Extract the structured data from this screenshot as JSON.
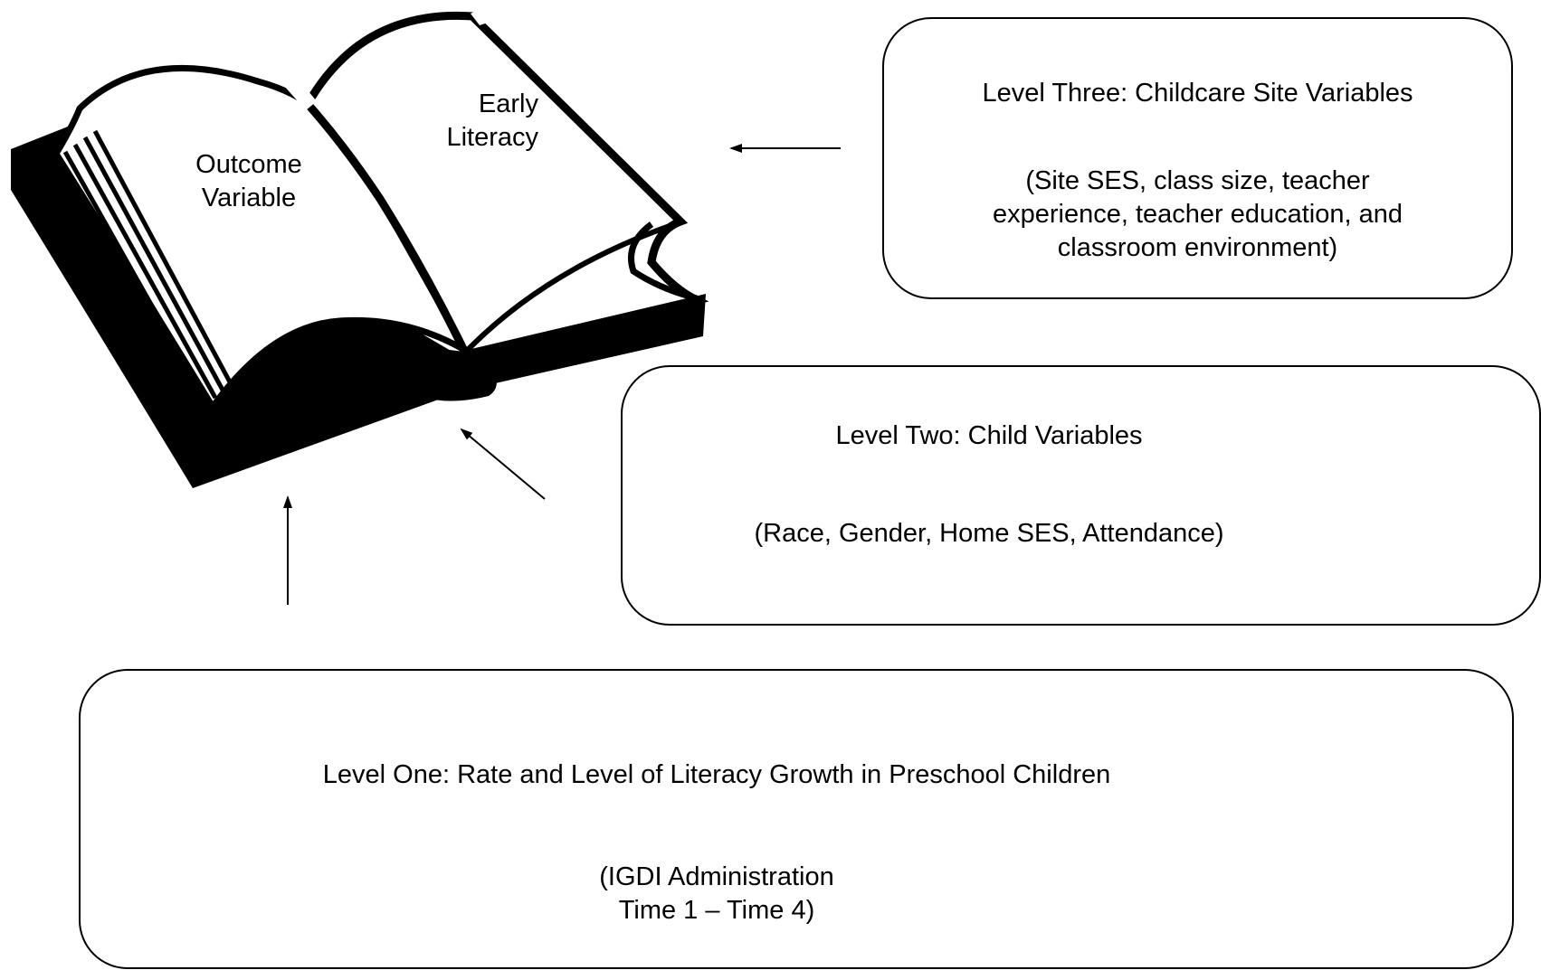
{
  "book": {
    "left_page_label": "Outcome\nVariable",
    "right_page_label": "Early\nLiteracy"
  },
  "level_three": {
    "title": "Level Three:  Childcare Site Variables",
    "details": "(Site SES, class size, teacher\nexperience, teacher education, and\nclassroom environment)"
  },
  "level_two": {
    "title": "Level   Two:  Child Variables",
    "details": "(Race, Gender, Home SES, Attendance)"
  },
  "level_one": {
    "title": "Level One:  Rate and Level of Literacy Growth in Preschool Children",
    "details": "(IGDI Administration\nTime 1 – Time 4)"
  },
  "icons": {
    "book": "open-book-icon",
    "arrow": "arrow-icon"
  }
}
